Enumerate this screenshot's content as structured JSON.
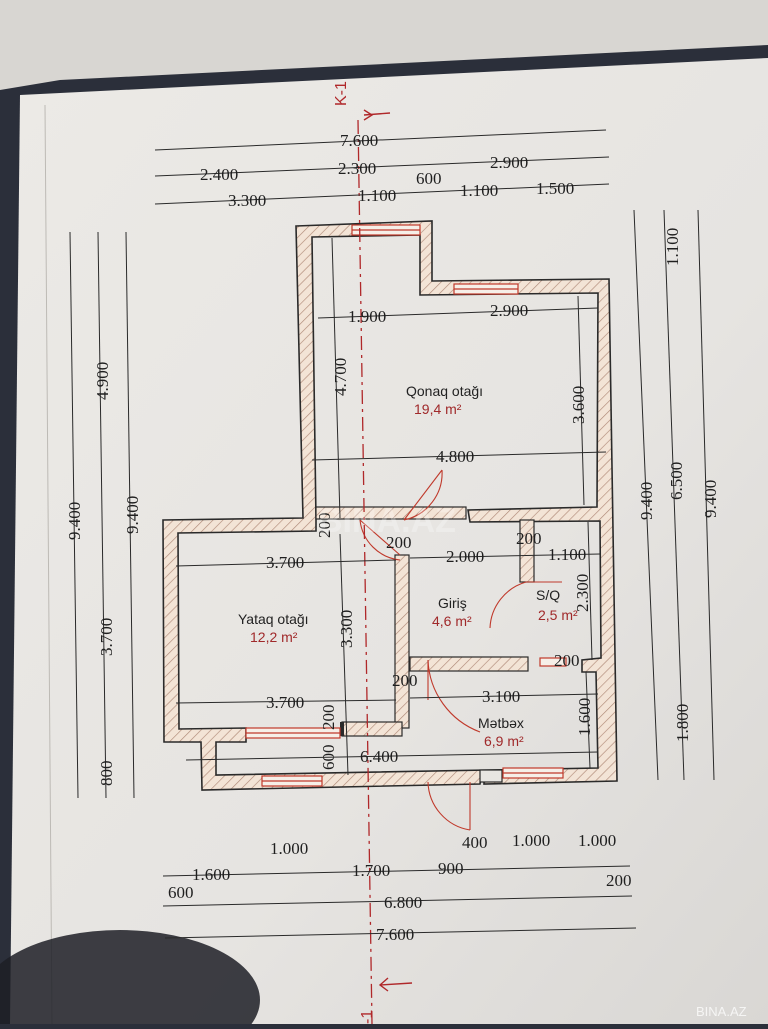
{
  "plan": {
    "section_mark": "K-1",
    "section_mark_bottom": "-1",
    "watermark_center": "BINA.AZ",
    "watermark_corner": "BINA.AZ",
    "rooms": {
      "living": {
        "name": "Qonaq otağı",
        "area": "19,4 m²"
      },
      "bedroom": {
        "name": "Yataq otağı",
        "area": "12,2 m²"
      },
      "entrance": {
        "name": "Giriş",
        "area": "4,6 m²"
      },
      "bathroom": {
        "name": "S/Q",
        "area": "2,5 m²"
      },
      "kitchen": {
        "name": "Mətbəx",
        "area": "6,9 m²"
      }
    },
    "dims_top": {
      "overall": "7.600",
      "row2": [
        "2.400",
        "2.300",
        "2.900"
      ],
      "row3": [
        "3.300",
        "1.100",
        "600",
        "1.100",
        "1.500"
      ]
    },
    "dims_left": {
      "outer": "9.400",
      "upper": "4.900",
      "middle": "3.700",
      "lower": "800",
      "inner": "9.400"
    },
    "dims_right": {
      "outer": "9.400",
      "upper": "1.100",
      "middle": "6.500",
      "lower": "1.800",
      "inner": "9.400"
    },
    "dims_bottom": {
      "row1": [
        "1.000",
        "400",
        "1.000",
        "1.000"
      ],
      "row2": [
        "1.600",
        "1.700",
        "900",
        "200"
      ],
      "row3": [
        "600",
        "6.800"
      ],
      "overall": "7.600"
    },
    "dims_inside": {
      "living_w1": "1.900",
      "living_w2": "2.900",
      "living_h": "4.700",
      "living_h2": "3.600",
      "living_full": "4.800",
      "wall1": "200",
      "wall2": "200",
      "wall3": "200",
      "bed_w": "3.700",
      "mid_w": "2.000",
      "bath_w": "1.100",
      "bath_h": "2.300",
      "bed_h": "3.300",
      "bed_w2": "3.700",
      "wall4": "200",
      "kitchen_w": "3.100",
      "wall5": "200",
      "wall6": "200",
      "kitchen_h": "1.600",
      "full_w": "6.400",
      "wall7": "600"
    }
  }
}
